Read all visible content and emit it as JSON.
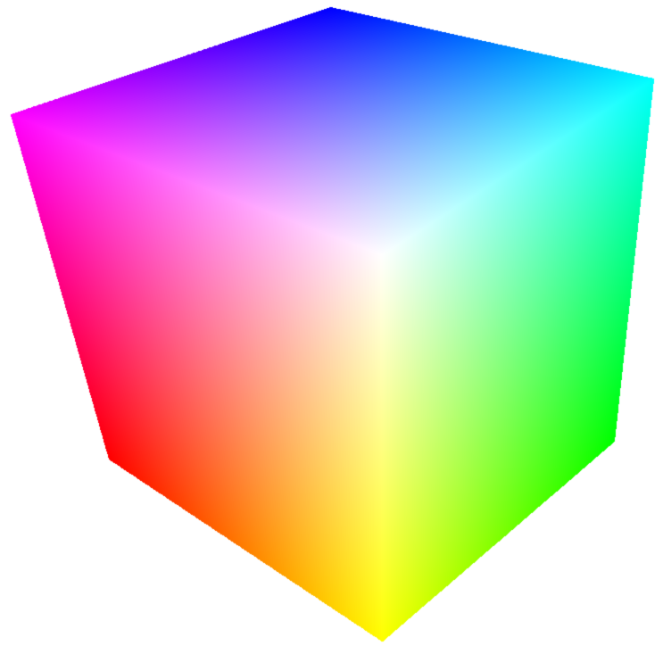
{
  "figure": {
    "subject": "rgb-color-cube",
    "background_color": "#FFFFFF",
    "corner_colors": {
      "white_front_corner": "#FFFFFF",
      "blue_top_back": "#0000FF",
      "magenta_top_left": "#FF00FF",
      "cyan_top_right": "#00FFFF",
      "red_bottom_left": "#FF0000",
      "green_bottom_right": "#00FF00",
      "yellow_bottom_front": "#FFFF00"
    },
    "faces": [
      {
        "name": "top-face",
        "corners": [
          "white_front_corner",
          "magenta_top_left",
          "blue_top_back",
          "cyan_top_right"
        ]
      },
      {
        "name": "left-face",
        "corners": [
          "white_front_corner",
          "magenta_top_left",
          "red_bottom_left",
          "yellow_bottom_front"
        ]
      },
      {
        "name": "right-face",
        "corners": [
          "white_front_corner",
          "cyan_top_right",
          "green_bottom_right",
          "yellow_bottom_front"
        ]
      }
    ]
  }
}
